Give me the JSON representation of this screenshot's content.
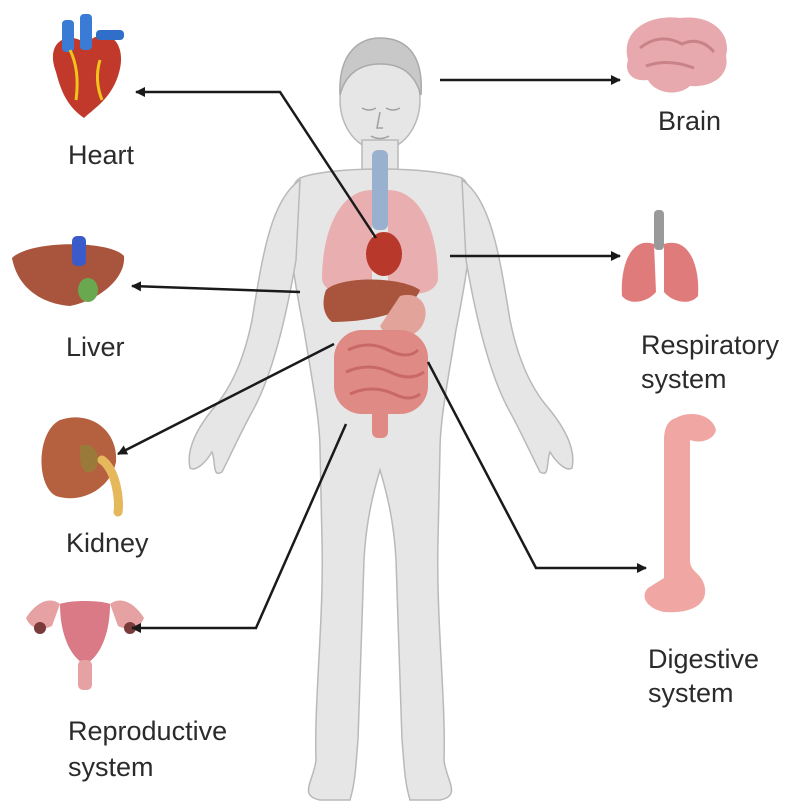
{
  "labels": {
    "heart": "Heart",
    "brain": "Brain",
    "liver": "Liver",
    "respiratory_1": "Respiratory",
    "respiratory_2": "system",
    "kidney": "Kidney",
    "digestive_1": "Digestive",
    "digestive_2": "system",
    "reproductive_1": "Reproductive",
    "reproductive_2": "system"
  },
  "colors": {
    "body_fill": "#e6e6e6",
    "body_stroke": "#b9b9b9",
    "arrow": "#1a1a1a",
    "lung": "#e9a0a3",
    "heart": "#c0392b",
    "liver": "#a9553e",
    "intestine": "#e08a86",
    "brain": "#e7a9ad",
    "kidney": "#b5603e"
  }
}
